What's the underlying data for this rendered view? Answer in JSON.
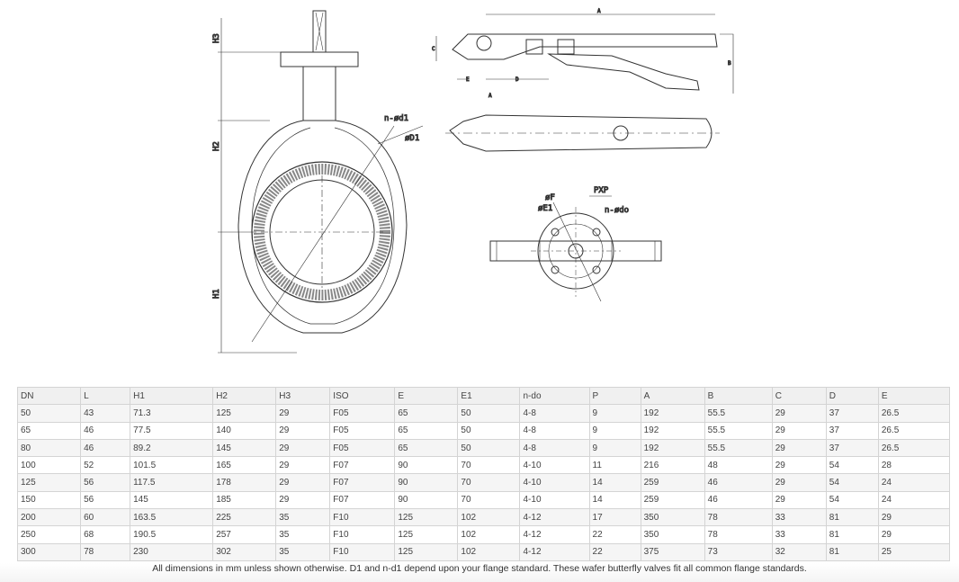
{
  "drawing": {
    "labels": {
      "h3": "H3",
      "h2": "H2",
      "h1": "H1",
      "n_d1": "n-ød1",
      "d1": "øD1",
      "a": "A",
      "b": "B",
      "c": "C",
      "e": "E",
      "d": "D",
      "section_a": "A",
      "f": "øF",
      "e1": "øE1",
      "pxp": "PXP",
      "n_do": "n-ødo"
    }
  },
  "table": {
    "headers": [
      "DN",
      "L",
      "H1",
      "H2",
      "H3",
      "ISO",
      "E",
      "E1",
      "n-do",
      "P",
      "A",
      "B",
      "C",
      "D",
      "E"
    ],
    "rows": [
      [
        "50",
        "43",
        "71.3",
        "125",
        "29",
        "F05",
        "65",
        "50",
        "4-8",
        "9",
        "192",
        "55.5",
        "29",
        "37",
        "26.5"
      ],
      [
        "65",
        "46",
        "77.5",
        "140",
        "29",
        "F05",
        "65",
        "50",
        "4-8",
        "9",
        "192",
        "55.5",
        "29",
        "37",
        "26.5"
      ],
      [
        "80",
        "46",
        "89.2",
        "145",
        "29",
        "F05",
        "65",
        "50",
        "4-8",
        "9",
        "192",
        "55.5",
        "29",
        "37",
        "26.5"
      ],
      [
        "100",
        "52",
        "101.5",
        "165",
        "29",
        "F07",
        "90",
        "70",
        "4-10",
        "11",
        "216",
        "48",
        "29",
        "54",
        "28"
      ],
      [
        "125",
        "56",
        "117.5",
        "178",
        "29",
        "F07",
        "90",
        "70",
        "4-10",
        "14",
        "259",
        "46",
        "29",
        "54",
        "24"
      ],
      [
        "150",
        "56",
        "145",
        "185",
        "29",
        "F07",
        "90",
        "70",
        "4-10",
        "14",
        "259",
        "46",
        "29",
        "54",
        "24"
      ],
      [
        "200",
        "60",
        "163.5",
        "225",
        "35",
        "F10",
        "125",
        "102",
        "4-12",
        "17",
        "350",
        "78",
        "33",
        "81",
        "29"
      ],
      [
        "250",
        "68",
        "190.5",
        "257",
        "35",
        "F10",
        "125",
        "102",
        "4-12",
        "22",
        "350",
        "78",
        "33",
        "81",
        "29"
      ],
      [
        "300",
        "78",
        "230",
        "302",
        "35",
        "F10",
        "125",
        "102",
        "4-12",
        "22",
        "375",
        "73",
        "32",
        "81",
        "25"
      ]
    ]
  },
  "caption": "All dimensions in mm unless shown otherwise. D1 and n-d1 depend upon your flange standard. These wafer butterfly valves fit all common flange standards."
}
